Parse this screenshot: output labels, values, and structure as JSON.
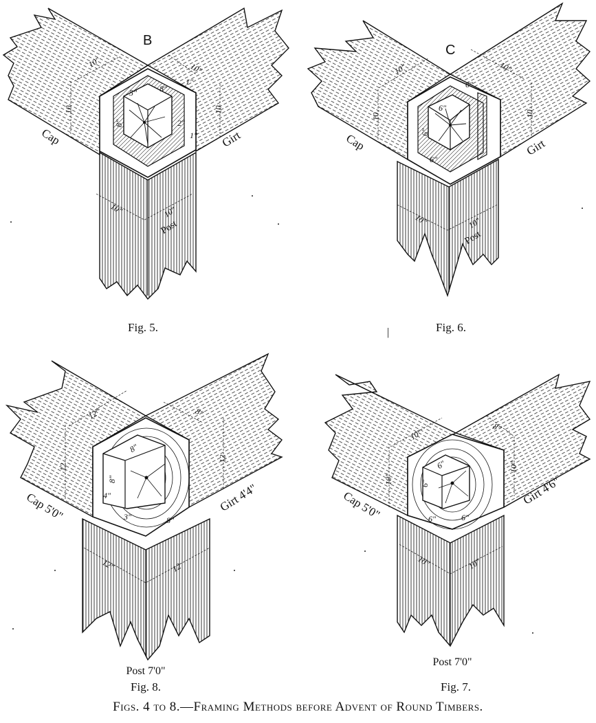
{
  "figures": [
    {
      "id": "fig5",
      "caption": "Fig. 5.",
      "joint_letter": "B",
      "members": {
        "cap": "Cap",
        "girt": "Girt",
        "post": "Post"
      },
      "dimensions": {
        "cap_width": "10\"",
        "cap_depth": "10",
        "girt_width": "10\"",
        "girt_depth": "10",
        "tenon_top": "5\"",
        "tenon_side": "8\"",
        "tenon_height": "8\"",
        "shoulder_a": "1\"",
        "shoulder_b": "2\"",
        "shoulder_c": "1\"",
        "post_left": "10\"",
        "post_right": "10\""
      }
    },
    {
      "id": "fig6",
      "caption": "Fig. 6.",
      "joint_letter": "C",
      "members": {
        "cap": "Cap",
        "girt": "Girt",
        "post": "Post"
      },
      "dimensions": {
        "cap_width": "10\"",
        "cap_depth": "10",
        "girt_width": "10\"",
        "girt_depth": "10",
        "tenon_top": "6\"",
        "tenon_side": "6\"",
        "tenon_height": "6\"",
        "tenon_base": "6\"",
        "post_left": "10\"",
        "post_right": "10\""
      }
    },
    {
      "id": "fig8",
      "caption": "Fig. 8.",
      "post_length_label": "Post 7'0\"",
      "members": {
        "cap": "Cap 5'0\"",
        "girt": "Girt 4'4\""
      },
      "dimensions": {
        "cap_width": "12\"",
        "cap_depth": "12",
        "girt_width": "8\"",
        "girt_depth": "12",
        "tenon_top": "8\"",
        "tenon_height": "8\"",
        "tenon_side": "4\"",
        "tenon_base_a": "3\"",
        "tenon_base_b": "8\"",
        "post_left": "12\"",
        "post_right": "12"
      }
    },
    {
      "id": "fig7",
      "caption": "Fig. 7.",
      "post_length_label": "Post 7'0\"",
      "members": {
        "cap": "Cap 5'0\"",
        "girt": "Girt 4'6\""
      },
      "dimensions": {
        "cap_width": "10\"",
        "cap_depth": "10\"",
        "girt_width": "8\"",
        "girt_depth": "10\"",
        "tenon_top": "6\"",
        "tenon_height": "6\"",
        "tenon_base_a": "6\"",
        "tenon_base_b": "6\"",
        "post_left": "10\"",
        "post_right": "10\""
      }
    }
  ],
  "caption": "Figs. 4 to 8.—Framing Methods before Advent of Round Timbers.",
  "stray_mark": "|"
}
